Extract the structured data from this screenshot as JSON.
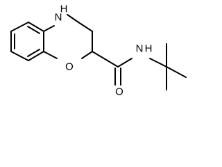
{
  "molecule": {
    "atoms": {
      "nh_ring": "N",
      "h_ring": "H",
      "o_ring": "O",
      "o_carbonyl": "O",
      "nh_amide": "N",
      "h_amide": "H"
    },
    "bond_color": "#000000",
    "label_color": "#000000"
  }
}
